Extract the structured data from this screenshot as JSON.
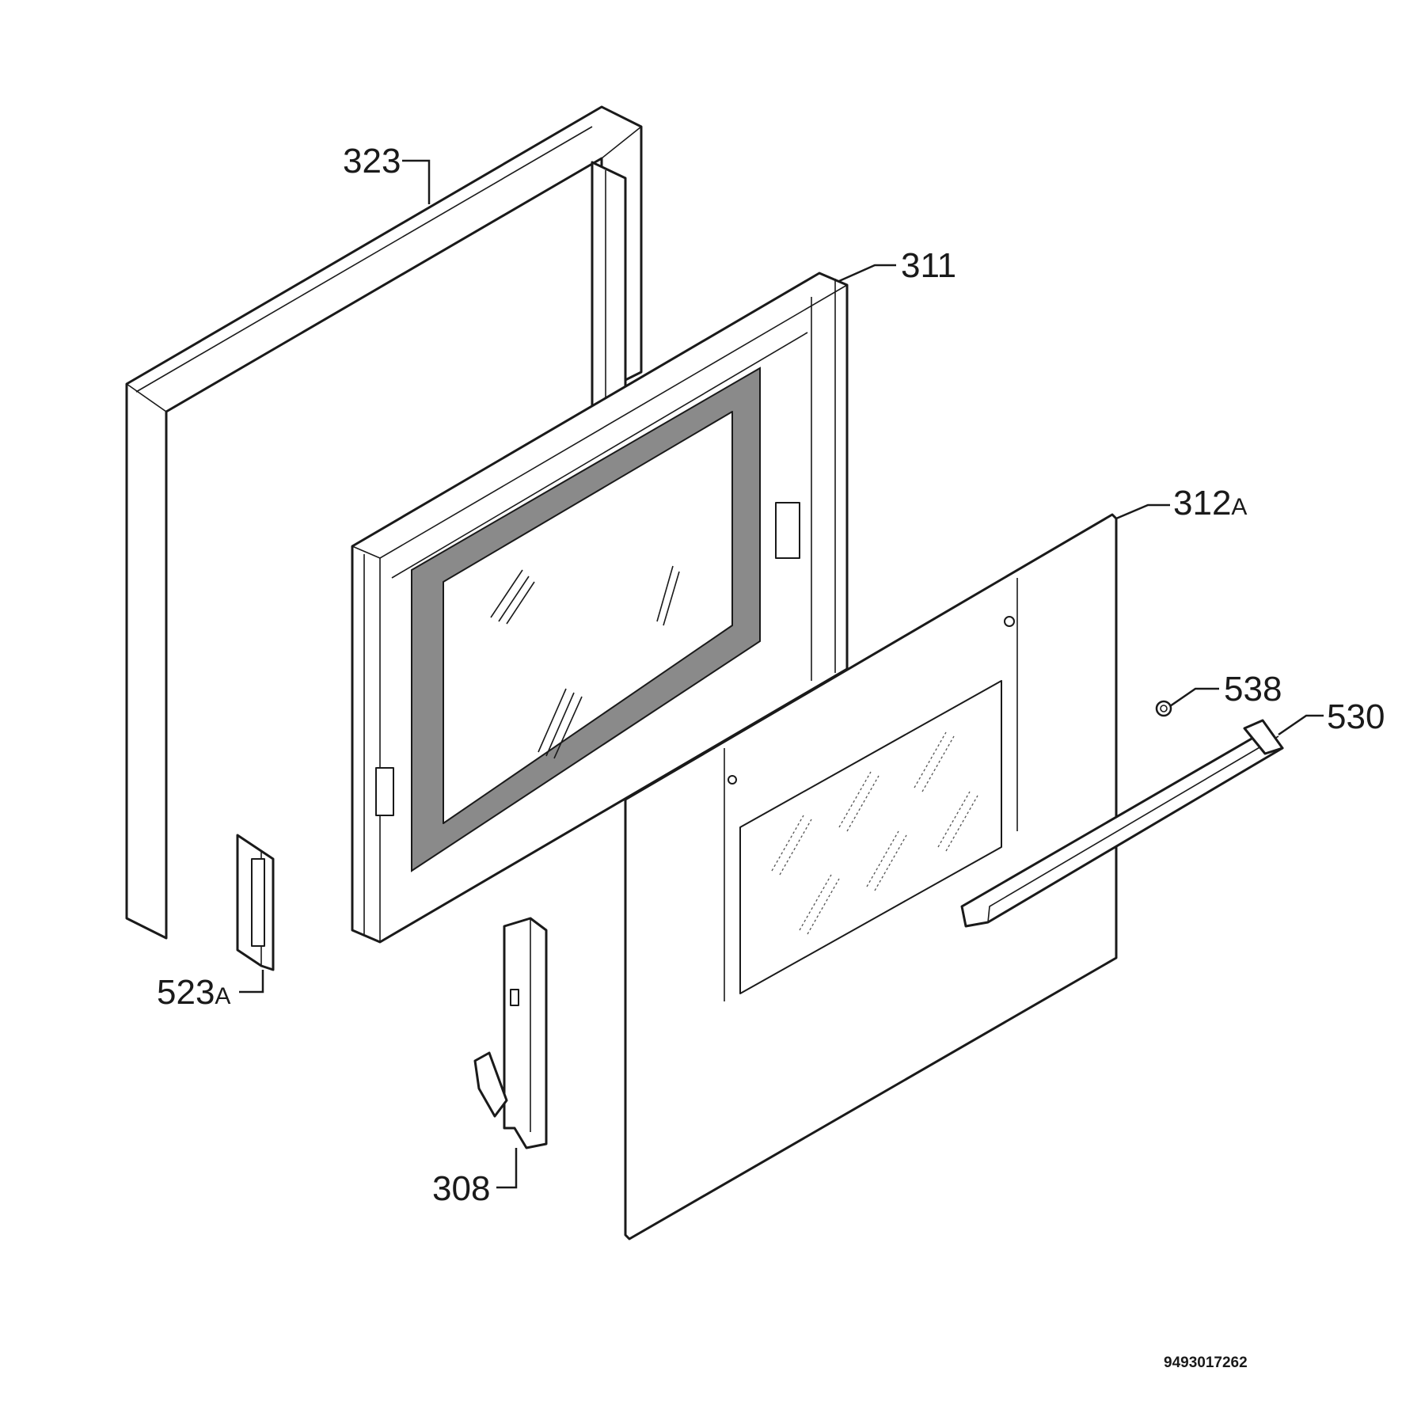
{
  "parts": [
    {
      "id": "frame",
      "number": "323",
      "suffix": ""
    },
    {
      "id": "inner_door",
      "number": "311",
      "suffix": ""
    },
    {
      "id": "outer_glass",
      "number": "312",
      "suffix": "A"
    },
    {
      "id": "cap",
      "number": "538",
      "suffix": ""
    },
    {
      "id": "handle",
      "number": "530",
      "suffix": ""
    },
    {
      "id": "latch",
      "number": "523",
      "suffix": "A"
    },
    {
      "id": "hinge",
      "number": "308",
      "suffix": ""
    }
  ],
  "document_number": "9493017262"
}
